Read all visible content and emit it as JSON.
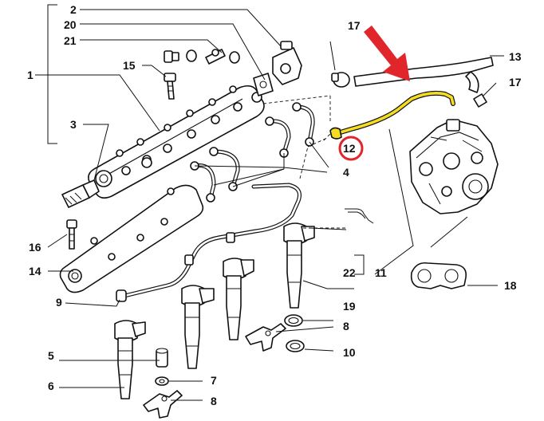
{
  "labels": {
    "p1": "1",
    "p2": "2",
    "p3": "3",
    "p4": "4",
    "p5": "5",
    "p6": "6",
    "p7": "7",
    "p8a": "8",
    "p8b": "8",
    "p9": "9",
    "p10": "10",
    "p11": "11",
    "p12": "12",
    "p13": "13",
    "p14": "14",
    "p15": "15",
    "p16": "16",
    "p17a": "17",
    "p17b": "17",
    "p18": "18",
    "p19": "19",
    "p20": "20",
    "p21": "21",
    "p22": "22"
  },
  "highlight": {
    "tube_color": "#f5dd22",
    "circle_color": "#e0262b",
    "arrow_color": "#e0262b",
    "highlighted_part": "12"
  }
}
